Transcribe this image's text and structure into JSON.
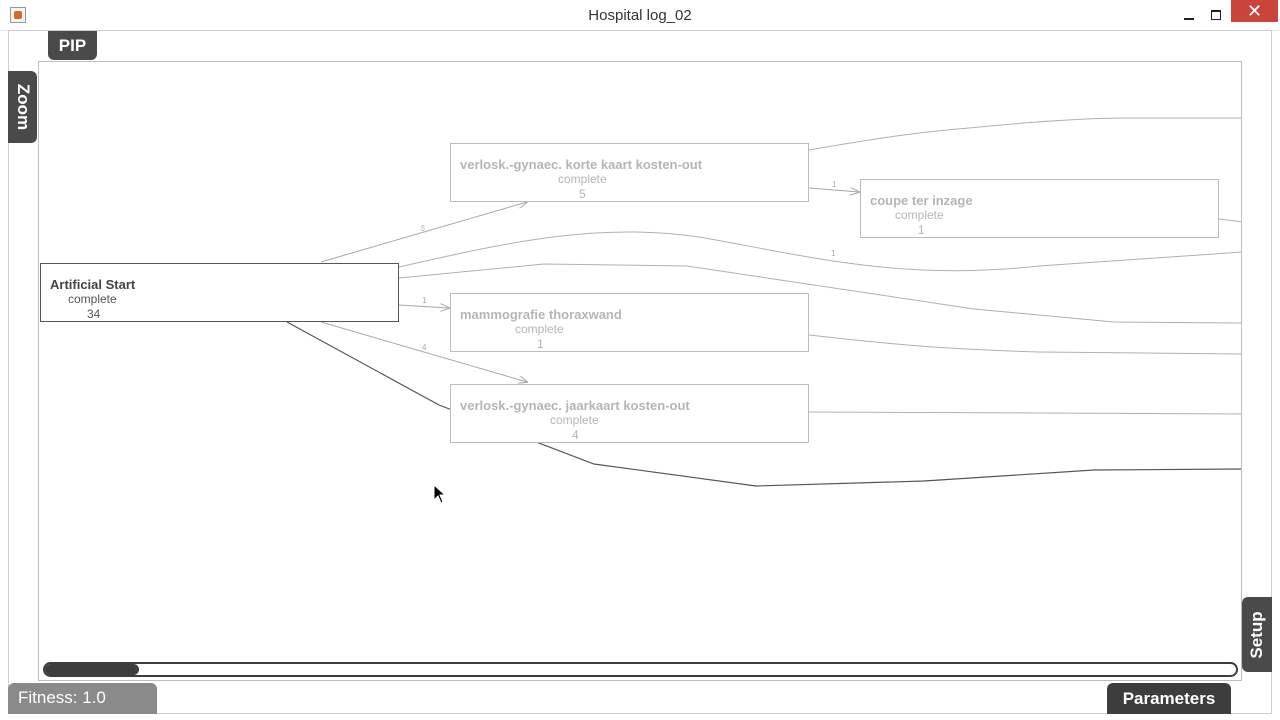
{
  "window": {
    "title": "Hospital log_02",
    "close_symbol": "✕"
  },
  "tabs": {
    "pip": "PIP",
    "zoom": "Zoom",
    "setup": "Setup"
  },
  "footer": {
    "fitness": "Fitness: 1.0",
    "parameters": "Parameters"
  },
  "scrollbar": {
    "position_fraction": 0.08
  },
  "graph": {
    "nodes": [
      {
        "id": "artificial-start",
        "label": "Artificial Start",
        "state": "complete",
        "count": "34",
        "highlighted": true
      },
      {
        "id": "korte-kaart",
        "label": "verlosk.-gynaec. korte kaart kosten-out",
        "state": "complete",
        "count": "5",
        "highlighted": false
      },
      {
        "id": "coupe",
        "label": "coupe ter inzage",
        "state": "complete",
        "count": "1",
        "highlighted": false
      },
      {
        "id": "mammografie",
        "label": "mammografie thoraxwand",
        "state": "complete",
        "count": "1",
        "highlighted": false
      },
      {
        "id": "jaarkaart",
        "label": "verlosk.-gynaec. jaarkaart kosten-out",
        "state": "complete",
        "count": "4",
        "highlighted": false
      }
    ],
    "edge_labels": [
      "5",
      "1",
      "1",
      "4",
      "1"
    ]
  },
  "colors": {
    "tab_dark": "#4a4a4a",
    "fitness_bg": "#8a8a8a",
    "close_red": "#c9453c"
  }
}
